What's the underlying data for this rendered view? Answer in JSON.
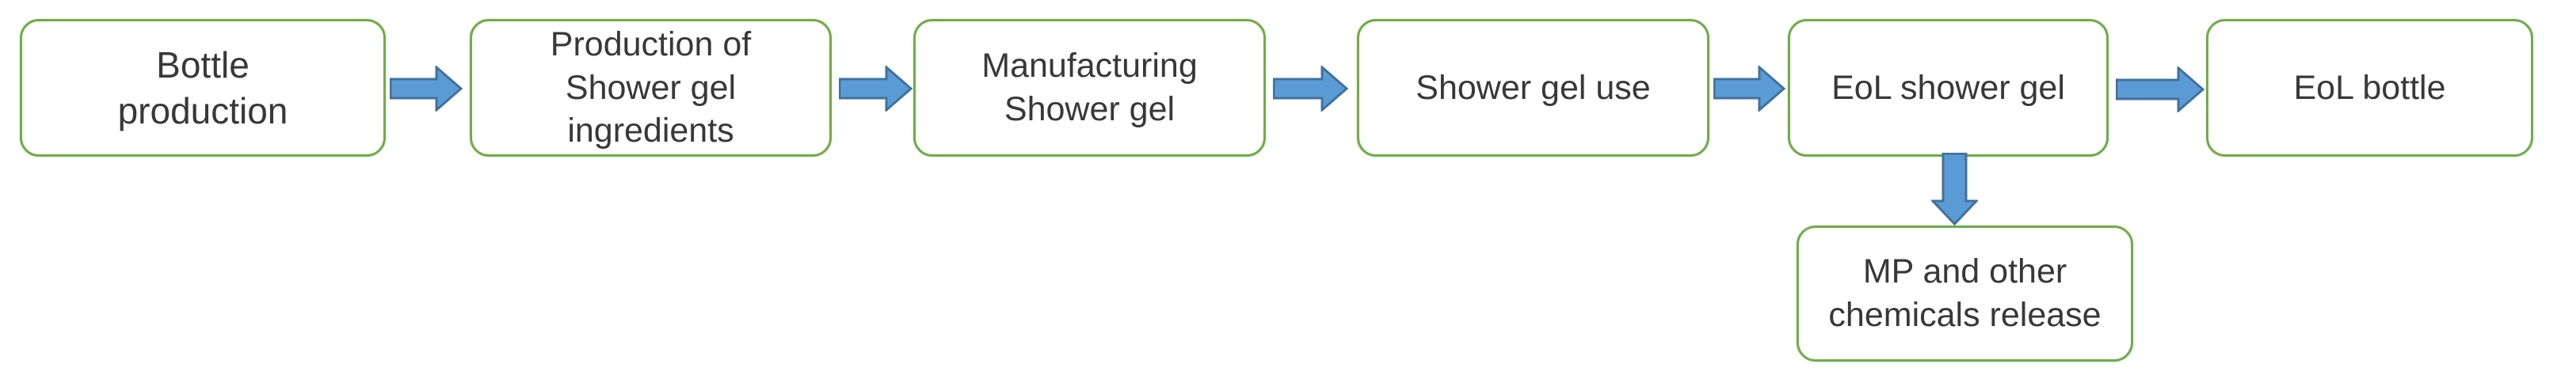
{
  "diagram": {
    "type": "flowchart",
    "description": "Life cycle stages of a shower gel product, left to right, with a release branch below the end-of-life shower gel stage",
    "nodes": [
      {
        "id": "bottle-production",
        "label": "Bottle production"
      },
      {
        "id": "ingredients-production",
        "label": "Production of Shower gel ingredients"
      },
      {
        "id": "manufacturing",
        "label": "Manufacturing Shower gel"
      },
      {
        "id": "shower-gel-use",
        "label": "Shower gel use"
      },
      {
        "id": "eol-shower-gel",
        "label": "EoL shower gel"
      },
      {
        "id": "eol-bottle",
        "label": "EoL bottle"
      },
      {
        "id": "mp-release",
        "label": "MP and other chemicals release"
      }
    ],
    "edges": [
      {
        "from": "bottle-production",
        "to": "ingredients-production",
        "direction": "right"
      },
      {
        "from": "ingredients-production",
        "to": "manufacturing",
        "direction": "right"
      },
      {
        "from": "manufacturing",
        "to": "shower-gel-use",
        "direction": "right"
      },
      {
        "from": "shower-gel-use",
        "to": "eol-shower-gel",
        "direction": "right"
      },
      {
        "from": "eol-shower-gel",
        "to": "eol-bottle",
        "direction": "right"
      },
      {
        "from": "eol-shower-gel",
        "to": "mp-release",
        "direction": "down"
      }
    ],
    "colors": {
      "node_border": "#70AD47",
      "node_fill": "#FFFFFF",
      "arrow_fill": "#5B9BD5",
      "arrow_outline": "#41719C",
      "text": "#383838",
      "background": "#FFFFFF"
    }
  }
}
